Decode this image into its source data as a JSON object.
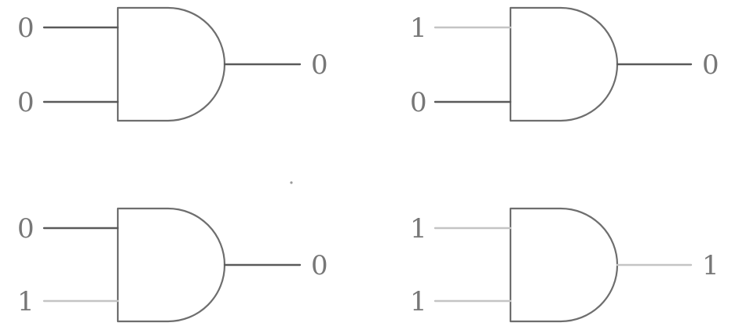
{
  "colors": {
    "background": "#ffffff",
    "gate_stroke": "#6e6e6e",
    "wire_low": "#5a5a5a",
    "wire_high": "#c4c4c4",
    "label": "#777777"
  },
  "gates": [
    {
      "type": "AND",
      "inputs": [
        "0",
        "0"
      ],
      "output": "0"
    },
    {
      "type": "AND",
      "inputs": [
        "1",
        "0"
      ],
      "output": "0"
    },
    {
      "type": "AND",
      "inputs": [
        "0",
        "1"
      ],
      "output": "0"
    },
    {
      "type": "AND",
      "inputs": [
        "1",
        "1"
      ],
      "output": "1"
    }
  ]
}
